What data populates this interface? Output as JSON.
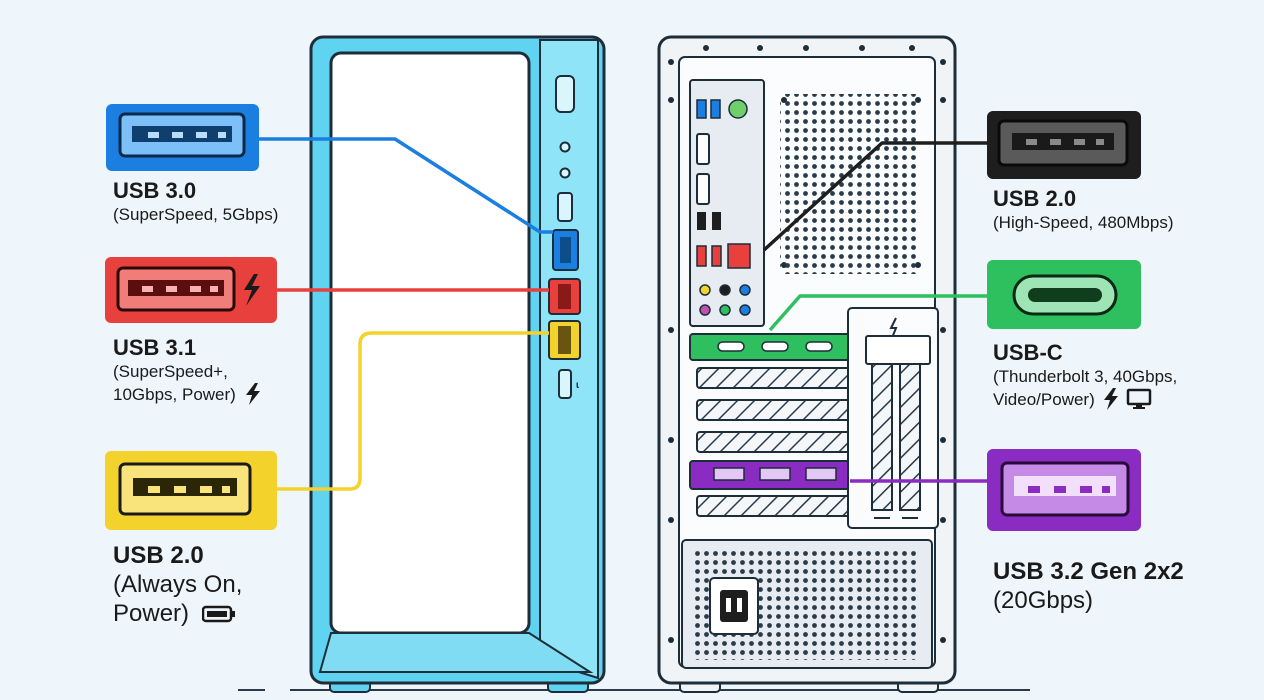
{
  "colors": {
    "usb30": "#1a7fe0",
    "usb31": "#e8403c",
    "usb20_front": "#f4d22c",
    "usb20_rear": "#1e1e1e",
    "usbc": "#2ec05e",
    "usb32": "#8a2bc2",
    "case_front": "#5fd3f0",
    "outline": "#1d2d3a"
  },
  "labels": {
    "usb30": {
      "title": "USB 3.0",
      "sub": "(SuperSpeed, 5Gbps)"
    },
    "usb31": {
      "title": "USB 3.1",
      "line1": "(SuperSpeed+,",
      "line2": "10Gbps, Power)",
      "icon": "lightning-icon"
    },
    "usb20_front": {
      "title": "USB 2.0",
      "line1": "(Always On,",
      "line2": "Power)",
      "icon": "battery-icon"
    },
    "usb20_rear": {
      "title": "USB 2.0",
      "sub": "(High-Speed, 480Mbps)"
    },
    "usbc": {
      "title": "USB-C",
      "line1": "(Thunderbolt 3, 40Gbps,",
      "line2": "Video/Power)",
      "icons": [
        "lightning-icon",
        "monitor-icon"
      ]
    },
    "usb32": {
      "title": "USB 3.2 Gen 2x2",
      "sub": "(20Gbps)"
    }
  }
}
